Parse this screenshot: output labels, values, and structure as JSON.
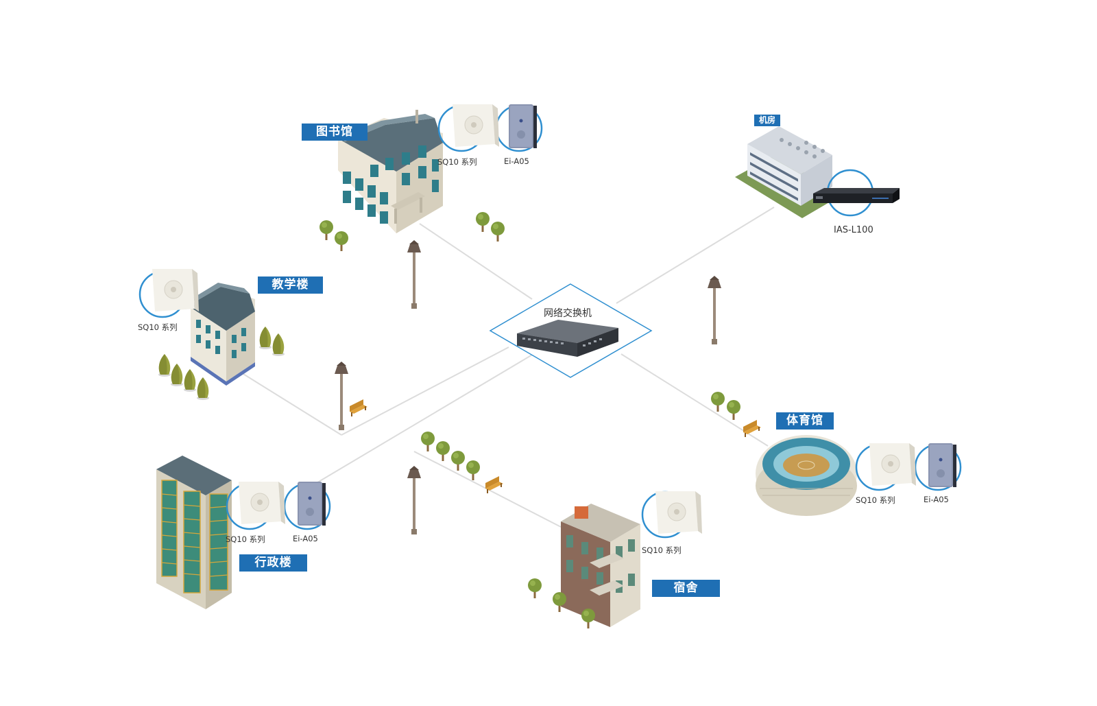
{
  "hub": {
    "label": "网络交换机"
  },
  "zones": {
    "library": "图书馆",
    "teaching": "教学楼",
    "admin": "行政楼",
    "dorm": "宿舍",
    "gym": "体育馆",
    "server_room": "机房"
  },
  "devices": {
    "sq10": "SQ10 系列",
    "ea05": "Ei-A05",
    "ias": "IAS-L100"
  },
  "colors": {
    "label_bg": "#1f6fb4",
    "link_line": "#dcdcdc",
    "diamond_stroke": "#2f8fd0",
    "device_ring": "#2f8fd0"
  }
}
